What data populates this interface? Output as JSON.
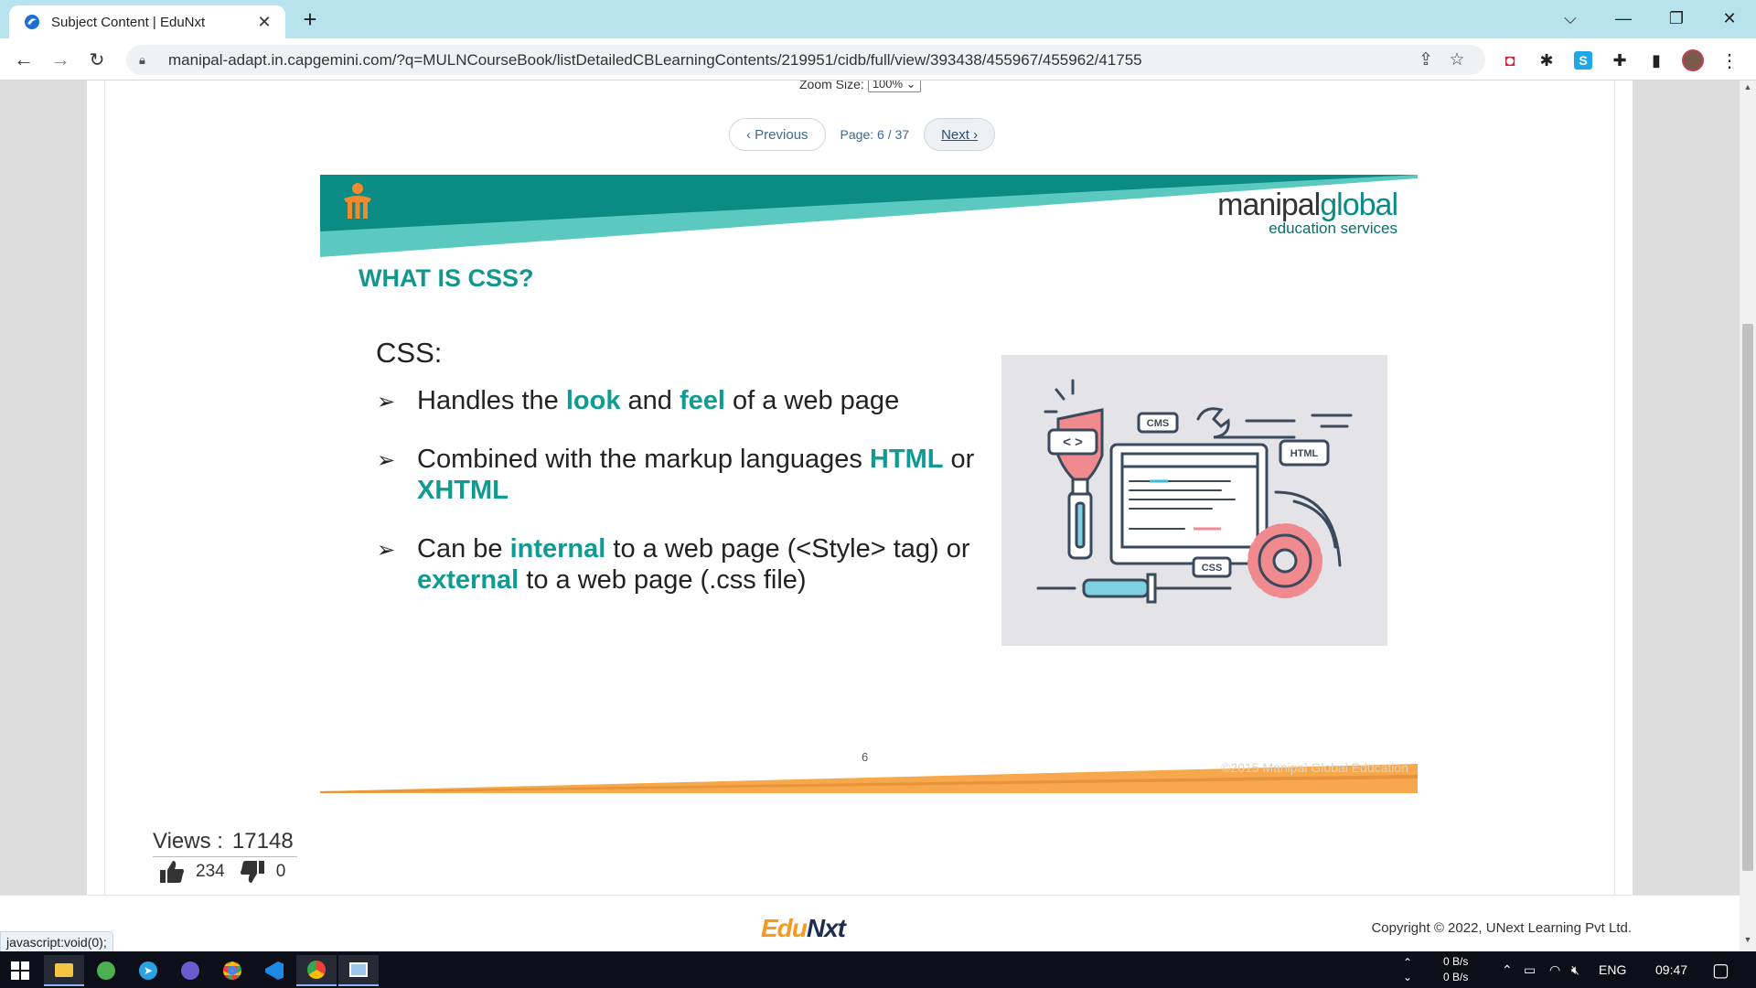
{
  "browser": {
    "tab_title": "Subject Content | EduNxt",
    "url": "manipal-adapt.in.capgemini.com/?q=MULNCourseBook/listDetailedCBLearningContents/219951/cidb/full/view/393438/455967/455962/41755"
  },
  "viewer": {
    "zoom_label": "Zoom Size:",
    "zoom_value": "100%",
    "prev_label": "Previous",
    "page_label": "Page:",
    "page_current": "6",
    "page_total": "37",
    "next_label": "Next"
  },
  "slide": {
    "brand_main_a": "manipal",
    "brand_main_b": "global",
    "brand_sub": "education services",
    "title": "WHAT IS CSS?",
    "heading": "CSS:",
    "bullets": [
      {
        "t1": "Handles the ",
        "h1": "look",
        "t2": " and ",
        "h2": "feel",
        "t3": " of a web page"
      },
      {
        "t1": "Combined with the markup languages ",
        "h1": "HTML",
        "t2": " or ",
        "h2": "XHTML",
        "t3": ""
      },
      {
        "t1": "Can be ",
        "h1": "internal",
        "t2": " to a web page (<Style> tag) or ",
        "h2": "external",
        "t3": " to a web page (.css file)"
      }
    ],
    "illustration_labels": {
      "cms": "CMS",
      "html": "HTML",
      "css": "CSS",
      "code": "< >"
    },
    "page_number": "6",
    "copyright": "©2015 Manipal Global Education",
    "colors": {
      "teal": "#0f9a92",
      "orange": "#f6a84a"
    }
  },
  "stats": {
    "views_label": "Views :",
    "views_count": "17148",
    "likes": "234",
    "dislikes": "0"
  },
  "footer": {
    "logo_a": "Edu",
    "logo_b": "Nxt",
    "copyright": "Copyright © 2022, UNext Learning Pvt Ltd."
  },
  "status_bar": "javascript:void(0);",
  "taskbar": {
    "net_up": "0 B/s",
    "net_down": "0 B/s",
    "lang": "ENG",
    "time": "09:47"
  }
}
